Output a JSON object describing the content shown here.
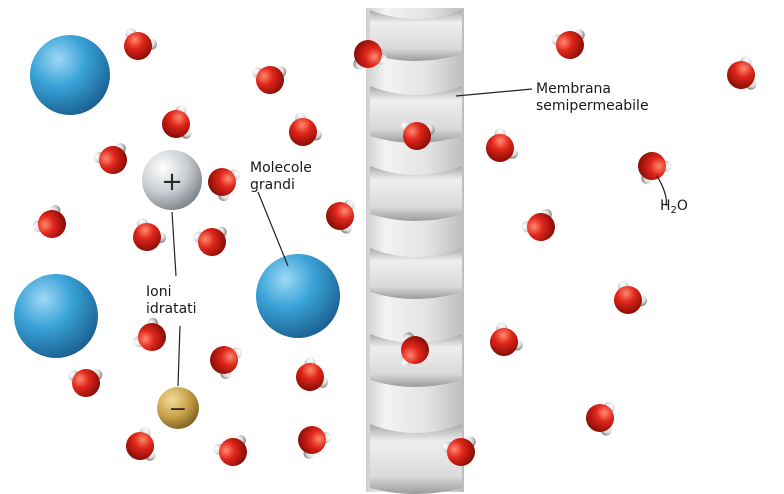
{
  "labels": {
    "membrane_line1": "Membrana",
    "membrane_line2": "semipermeabile",
    "large_line1": "Molecole",
    "large_line2": "grandi",
    "ions_line1": "Ioni",
    "ions_line2": "idratati",
    "water_main": "H",
    "water_sub": "2",
    "water_tail": "O",
    "cation_sign": "+",
    "anion_sign": "−"
  },
  "colors": {
    "large_molecule": "#3aa3d8",
    "oxygen": "#e0261b",
    "hydrogen": "#e4e4e4",
    "cation": "#c9cdd1",
    "anion": "#c8a24a",
    "membrane": "#e6e6e6"
  }
}
